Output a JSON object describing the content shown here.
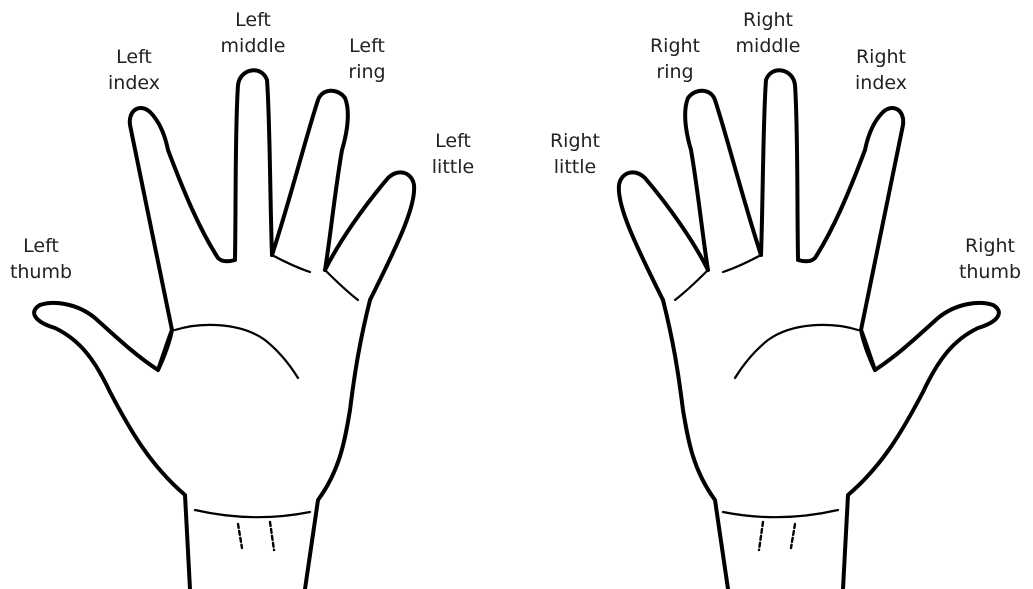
{
  "labels": {
    "left_index": [
      "Left",
      "index"
    ],
    "left_middle": [
      "Left",
      "middle"
    ],
    "left_ring": [
      "Left",
      "ring"
    ],
    "left_little": [
      "Left",
      "little"
    ],
    "left_thumb": [
      "Left",
      "thumb"
    ],
    "right_ring": [
      "Right",
      "ring"
    ],
    "right_middle": [
      "Right",
      "middle"
    ],
    "right_index": [
      "Right",
      "index"
    ],
    "right_little": [
      "Right",
      "little"
    ],
    "right_thumb": [
      "Right",
      "thumb"
    ]
  }
}
